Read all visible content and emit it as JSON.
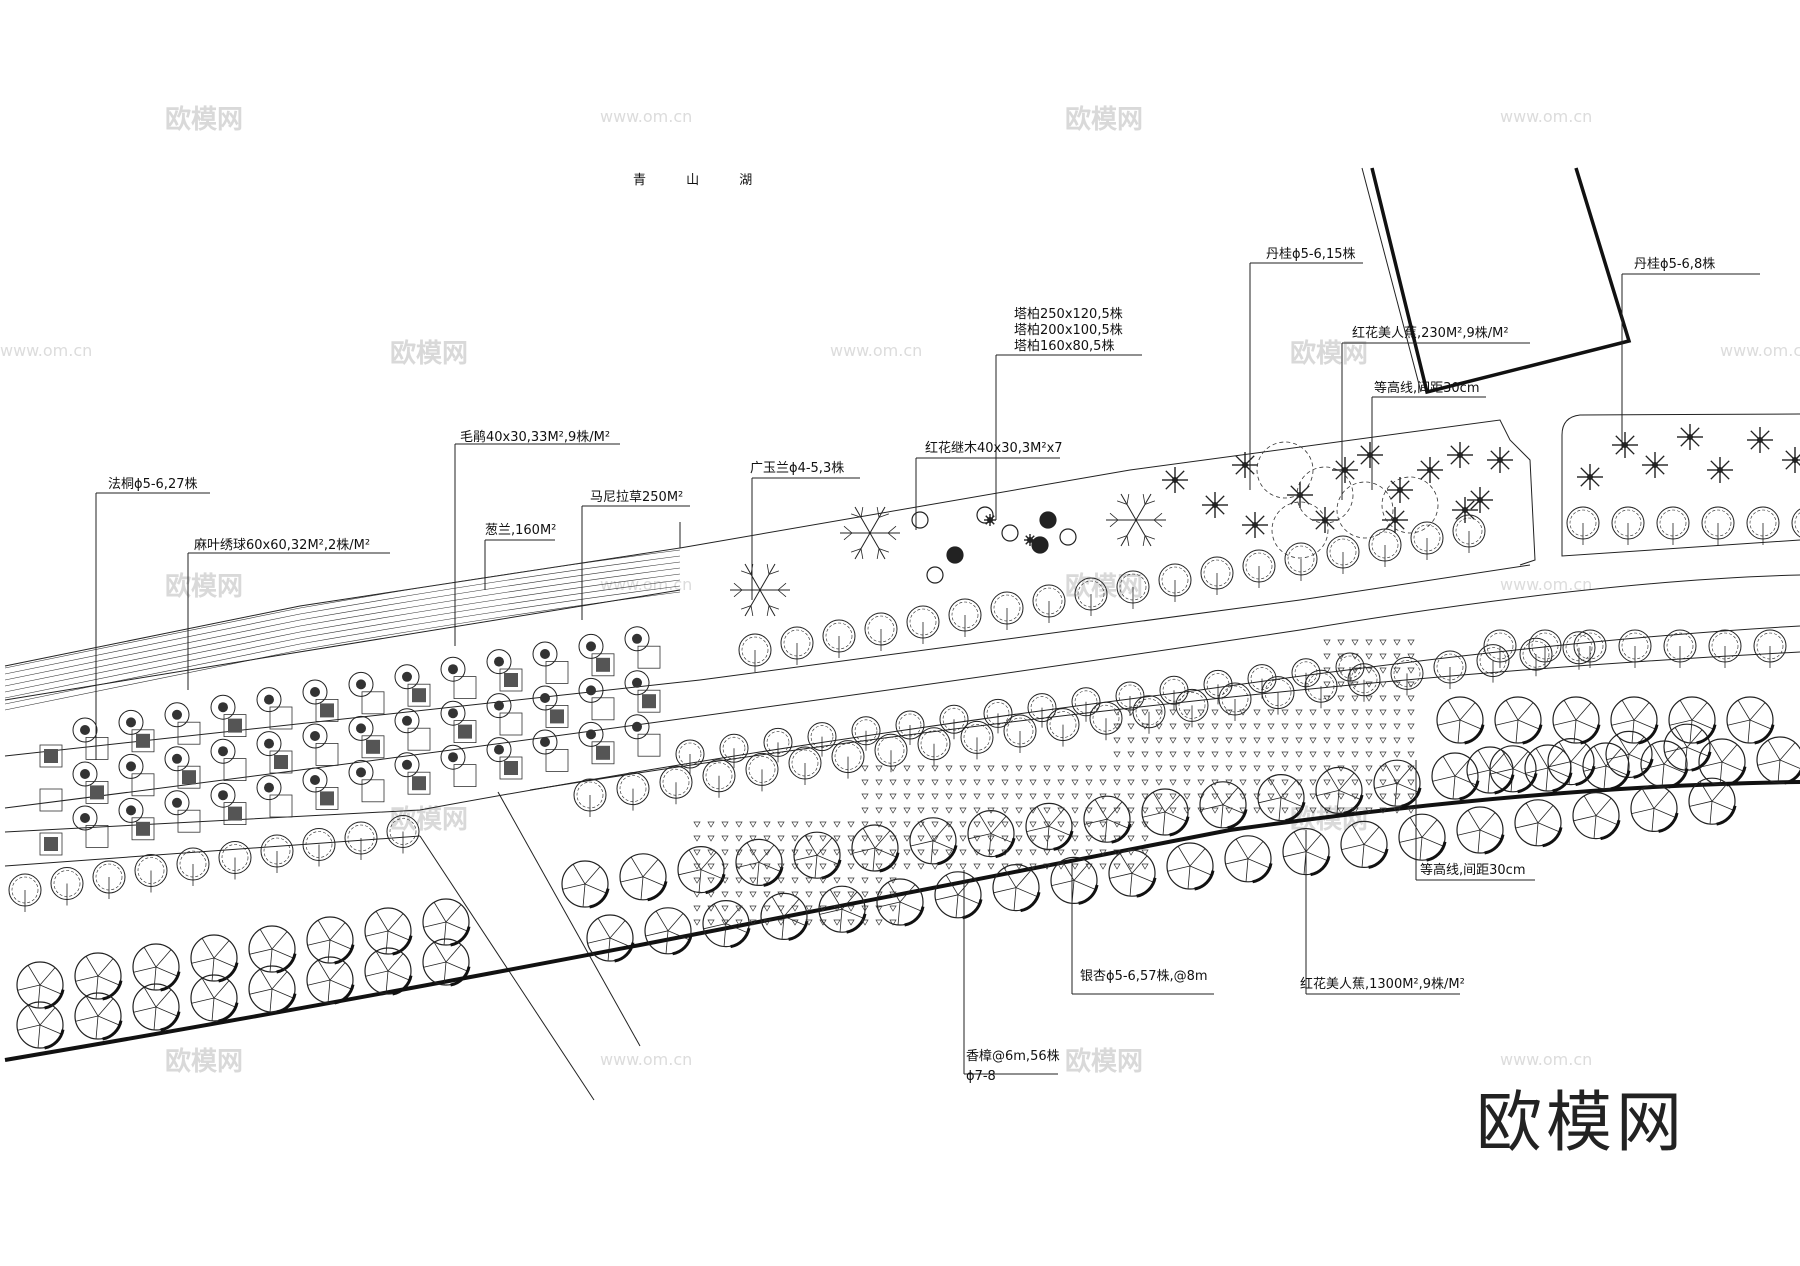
{
  "title": "青 山 湖",
  "labels": {
    "fatong": "法桐ϕ5-6,27株",
    "maye": "麻叶绣球60x60,32M²,2株/M²",
    "maojuan": "毛鹃40x30,33M²,9株/M²",
    "conglan": "葱兰,160M²",
    "manila": "马尼拉草250M²",
    "guangyulan": "广玉兰ϕ4-5,3株",
    "hongjimu": "红花继木40x30,3M²x7",
    "tabai1": "塔柏250x120,5株",
    "tabai2": "塔柏200x100,5株",
    "tabai3": "塔柏160x80,5株",
    "dangui1": "丹桂ϕ5-6,15株",
    "hongmeiren1": "红花美人蕉,230M²,9株/M²",
    "dengao1": "等高线,间距30cm",
    "dangui2": "丹桂ϕ5-6,8株",
    "dengao2": "等高线,间距30cm",
    "yinxing": "银杏ϕ5-6,57株,@8m",
    "hongmeiren2": "红花美人蕉,1300M²,9株/M²",
    "xiangzhang1": "香樟@6m,56株",
    "xiangzhang2": "ϕ7-8"
  },
  "watermark": {
    "brand": "欧模网",
    "url": "www.om.cn"
  },
  "brand_mark": "欧模网"
}
